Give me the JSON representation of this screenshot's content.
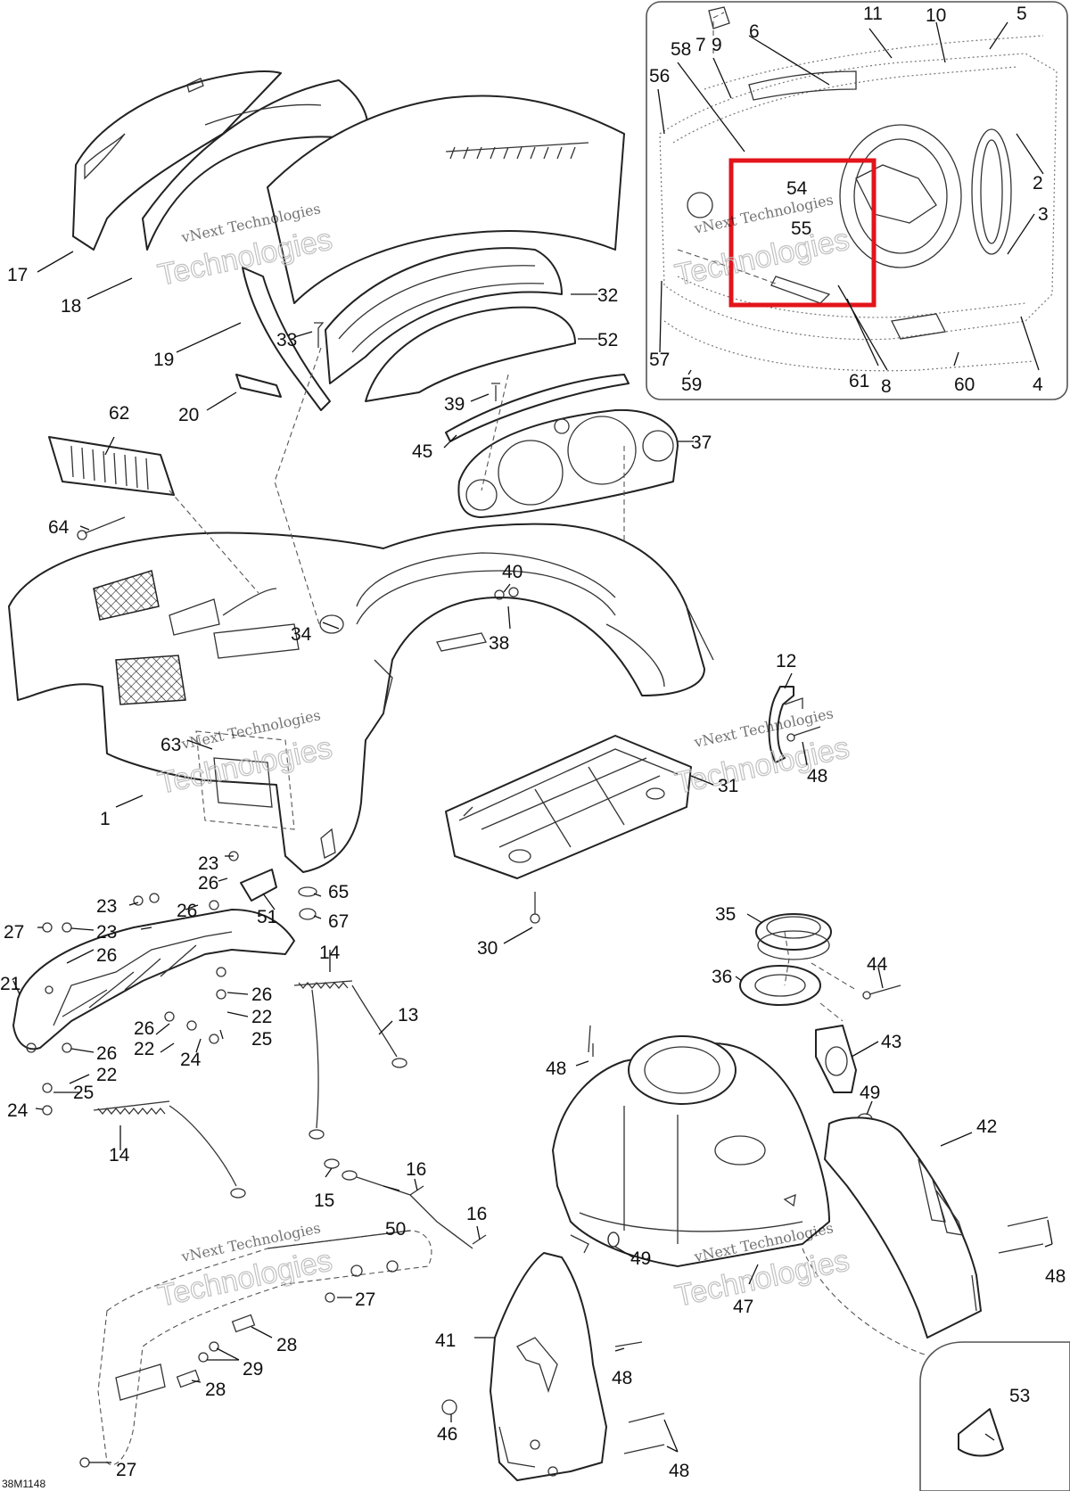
{
  "drawing": {
    "drawing_number": "38M1148",
    "watermark_line1": "vNext",
    "watermark_line2": "Technologies",
    "watermark_full": "vNext Technologies",
    "highlight_color": "#e3141b"
  },
  "callouts": {
    "c1": "1",
    "c2": "2",
    "c3": "3",
    "c4": "4",
    "c5": "5",
    "c6": "6",
    "c7": "7",
    "c8": "8",
    "c9": "9",
    "c10": "10",
    "c11": "11",
    "c12": "12",
    "c13": "13",
    "c14a": "14",
    "c14b": "14",
    "c15": "15",
    "c16a": "16",
    "c16b": "16",
    "c17": "17",
    "c18": "18",
    "c19": "19",
    "c20": "20",
    "c21": "21",
    "c22a": "22",
    "c22b": "22",
    "c22c": "22",
    "c23a": "23",
    "c23b": "23",
    "c23c": "23",
    "c24a": "24",
    "c24b": "24",
    "c25a": "25",
    "c25b": "25",
    "c26a": "26",
    "c26b": "26",
    "c26c": "26",
    "c26d": "26",
    "c26e": "26",
    "c26f": "26",
    "c27a": "27",
    "c27b": "27",
    "c27c": "27",
    "c28a": "28",
    "c28b": "28",
    "c29": "29",
    "c30": "30",
    "c31": "31",
    "c32": "32",
    "c33": "33",
    "c34": "34",
    "c35": "35",
    "c36": "36",
    "c37": "37",
    "c38": "38",
    "c39": "39",
    "c40": "40",
    "c41": "41",
    "c42": "42",
    "c43": "43",
    "c44": "44",
    "c45": "45",
    "c46": "46",
    "c47": "47",
    "c48a": "48",
    "c48b": "48",
    "c48c": "48",
    "c48d": "48",
    "c48e": "48",
    "c49a": "49",
    "c49b": "49",
    "c50": "50",
    "c51": "51",
    "c52": "52",
    "c53": "53",
    "c54": "54",
    "c55": "55",
    "c56": "56",
    "c57": "57",
    "c58": "58",
    "c59": "59",
    "c60": "60",
    "c61": "61",
    "c62": "62",
    "c63": "63",
    "c64": "64",
    "c65": "65",
    "c67": "67"
  }
}
